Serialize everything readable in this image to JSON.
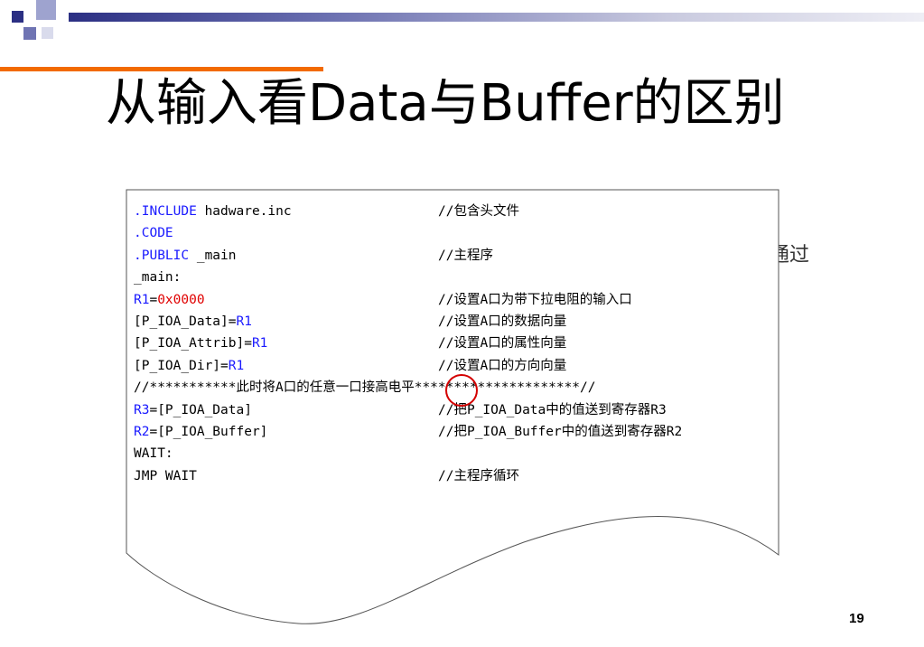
{
  "slide": {
    "title": "从输入看Data与Buffer的区别",
    "partial_text": "通过",
    "page_number": "19"
  },
  "code": [
    {
      "k": ".INCLUDE",
      "r": " hadware.inc",
      "c": "//包含头文件"
    },
    {
      "k": ".CODE",
      "r": "",
      "c": ""
    },
    {
      "k": ".PUBLIC",
      "r": " _main",
      "c": "//主程序"
    },
    {
      "k": "",
      "r": "_main:",
      "c": ""
    },
    {
      "k": "R1",
      "r": "=",
      "n": "0x0000",
      "c": "//设置A口为带下拉电阻的输入口"
    },
    {
      "k": "",
      "r": "[P_IOA_Data]=",
      "k2": "R1",
      "c": "//设置A口的数据向量"
    },
    {
      "k": "",
      "r": "[P_IOA_Attrib]=",
      "k2": "R1",
      "c": "//设置A口的属性向量"
    },
    {
      "k": "",
      "r": "[P_IOA_Dir]=",
      "k2": "R1",
      "c": "//设置A口的方向向量"
    },
    {
      "k": "",
      "r": "//***********此时将A口的任意一口接高电平*********************//",
      "c": ""
    },
    {
      "k": "R3",
      "r": "=[P_IOA_Data]",
      "c": "//把P_IOA_Data中的值送到寄存器R3"
    },
    {
      "k": "R2",
      "r": "=[P_IOA_Buffer]",
      "c": "//把P_IOA_Buffer中的值送到寄存器R2"
    },
    {
      "k": "",
      "r": "WAIT:",
      "c": ""
    },
    {
      "k": "",
      "r": "JMP WAIT",
      "c": "//主程序循环"
    }
  ],
  "colors": {
    "keyword": "#1a1aff",
    "number": "#e00000",
    "accent": "#f26a00",
    "bar": "#2b2f83"
  }
}
